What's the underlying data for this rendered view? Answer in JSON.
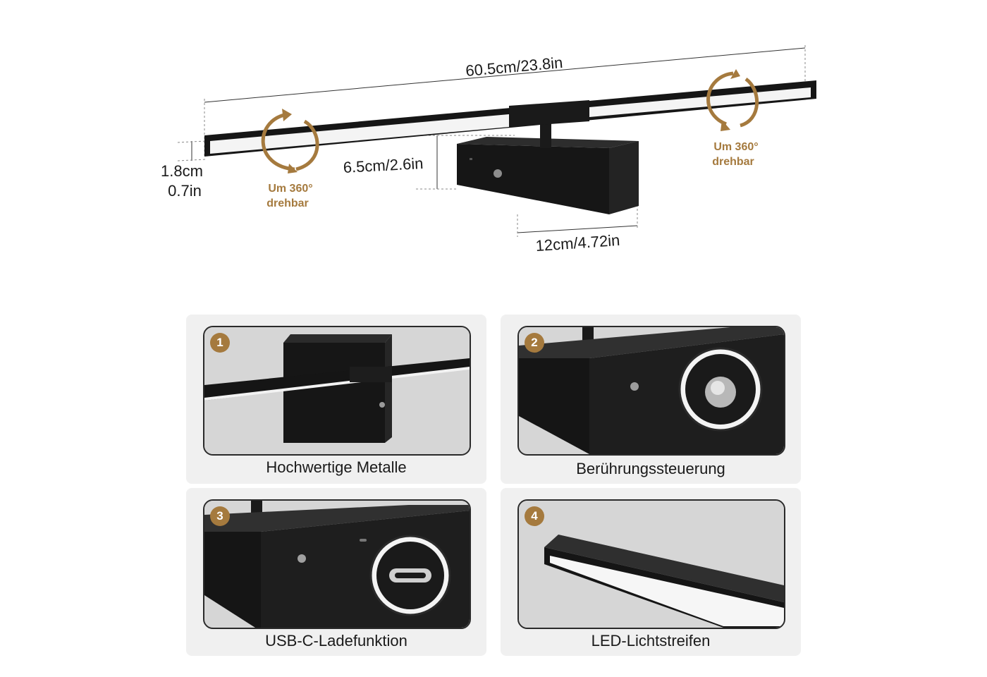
{
  "dimensions": {
    "length": "60.5cm/23.8in",
    "height_line1": "1.8cm",
    "height_line2": "0.7in",
    "arm": "6.5cm/2.6in",
    "base": "12cm/4.72in"
  },
  "rotation": {
    "left_line1": "Um 360°",
    "left_line2": "drehbar",
    "right_line1": "Um 360°",
    "right_line2": "drehbar"
  },
  "features": [
    {
      "number": "1",
      "label": "Hochwertige Metalle"
    },
    {
      "number": "2",
      "label": "Berührungssteuerung"
    },
    {
      "number": "3",
      "label": "USB-C-Ladefunktion"
    },
    {
      "number": "4",
      "label": "LED-Lichtstreifen"
    }
  ],
  "colors": {
    "accent": "#a57a3e",
    "product": "#1c1c1c",
    "card": "#f0f0f0"
  }
}
